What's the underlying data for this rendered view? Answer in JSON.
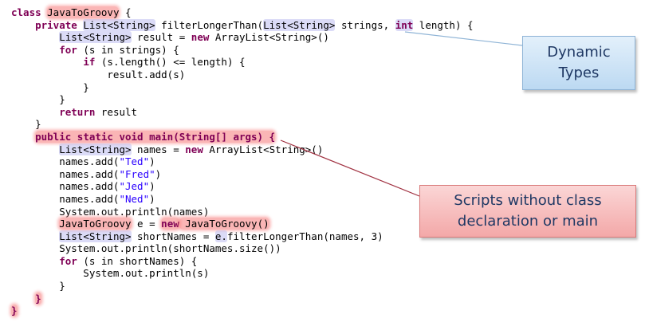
{
  "code_lines": [
    [
      {
        "t": "class ",
        "c": "kw",
        "h": ""
      },
      {
        "t": "JavaToGroovy",
        "c": "",
        "h": "red"
      },
      {
        "t": " {",
        "c": "",
        "h": ""
      }
    ],
    [
      {
        "t": "    ",
        "c": "",
        "h": ""
      },
      {
        "t": "private",
        "c": "kw",
        "h": ""
      },
      {
        "t": " ",
        "c": "",
        "h": ""
      },
      {
        "t": "List<String>",
        "c": "",
        "h": "blue"
      },
      {
        "t": " filterLongerThan(",
        "c": "",
        "h": ""
      },
      {
        "t": "List<String>",
        "c": "",
        "h": "blue"
      },
      {
        "t": " strings, ",
        "c": "",
        "h": ""
      },
      {
        "t": "int",
        "c": "kw",
        "h": "blue"
      },
      {
        "t": " length) {",
        "c": "",
        "h": ""
      }
    ],
    [
      {
        "t": "        ",
        "c": "",
        "h": ""
      },
      {
        "t": "List<String>",
        "c": "",
        "h": "blue"
      },
      {
        "t": " result = ",
        "c": "",
        "h": ""
      },
      {
        "t": "new",
        "c": "kw",
        "h": ""
      },
      {
        "t": " ArrayList<String>()",
        "c": "",
        "h": ""
      }
    ],
    [
      {
        "t": "        ",
        "c": "",
        "h": ""
      },
      {
        "t": "for",
        "c": "kw",
        "h": ""
      },
      {
        "t": " (s in strings) {",
        "c": "",
        "h": ""
      }
    ],
    [
      {
        "t": "            ",
        "c": "",
        "h": ""
      },
      {
        "t": "if",
        "c": "kw",
        "h": ""
      },
      {
        "t": " (s.length() <= length) {",
        "c": "",
        "h": ""
      }
    ],
    [
      {
        "t": "                result.add(s)",
        "c": "",
        "h": ""
      }
    ],
    [
      {
        "t": "            }",
        "c": "",
        "h": ""
      }
    ],
    [
      {
        "t": "        }",
        "c": "",
        "h": ""
      }
    ],
    [
      {
        "t": "        ",
        "c": "",
        "h": ""
      },
      {
        "t": "return",
        "c": "kw",
        "h": ""
      },
      {
        "t": " result",
        "c": "",
        "h": ""
      }
    ],
    [
      {
        "t": "    }",
        "c": "",
        "h": ""
      }
    ],
    [
      {
        "t": "    ",
        "c": "",
        "h": ""
      },
      {
        "t": "public static void main(String[] args) {",
        "c": "kw",
        "h": "red"
      }
    ],
    [
      {
        "t": "        ",
        "c": "",
        "h": ""
      },
      {
        "t": "List<String>",
        "c": "",
        "h": "blue"
      },
      {
        "t": " names = ",
        "c": "",
        "h": ""
      },
      {
        "t": "new",
        "c": "kw",
        "h": ""
      },
      {
        "t": " ArrayList<String>()",
        "c": "",
        "h": ""
      }
    ],
    [
      {
        "t": "        names.add(",
        "c": "",
        "h": ""
      },
      {
        "t": "\"Ted\"",
        "c": "str",
        "h": ""
      },
      {
        "t": ")",
        "c": "",
        "h": ""
      }
    ],
    [
      {
        "t": "        names.add(",
        "c": "",
        "h": ""
      },
      {
        "t": "\"Fred\"",
        "c": "str",
        "h": ""
      },
      {
        "t": ")",
        "c": "",
        "h": ""
      }
    ],
    [
      {
        "t": "        names.add(",
        "c": "",
        "h": ""
      },
      {
        "t": "\"Jed\"",
        "c": "str",
        "h": ""
      },
      {
        "t": ")",
        "c": "",
        "h": ""
      }
    ],
    [
      {
        "t": "        names.add(",
        "c": "",
        "h": ""
      },
      {
        "t": "\"Ned\"",
        "c": "str",
        "h": ""
      },
      {
        "t": ")",
        "c": "",
        "h": ""
      }
    ],
    [
      {
        "t": "        System.out.println(names)",
        "c": "",
        "h": ""
      }
    ],
    [
      {
        "t": "        ",
        "c": "",
        "h": ""
      },
      {
        "t": "JavaToGroovy",
        "c": "",
        "h": "red"
      },
      {
        "t": " e = ",
        "c": "",
        "h": ""
      },
      {
        "t": "new",
        "c": "kw",
        "h": "red"
      },
      {
        "t": " JavaToGroovy()",
        "c": "",
        "h": "red"
      }
    ],
    [
      {
        "t": "        ",
        "c": "",
        "h": ""
      },
      {
        "t": "List<String>",
        "c": "",
        "h": "blue"
      },
      {
        "t": " shortNames = ",
        "c": "",
        "h": ""
      },
      {
        "t": "e.",
        "c": "",
        "h": "blue"
      },
      {
        "t": "filterLongerThan(names, 3)",
        "c": "",
        "h": ""
      }
    ],
    [
      {
        "t": "        System.out.println(shortNames.size())",
        "c": "",
        "h": ""
      }
    ],
    [
      {
        "t": "        ",
        "c": "",
        "h": ""
      },
      {
        "t": "for",
        "c": "kw",
        "h": ""
      },
      {
        "t": " (s in shortNames) {",
        "c": "",
        "h": ""
      }
    ],
    [
      {
        "t": "            System.out.println(s)",
        "c": "",
        "h": ""
      }
    ],
    [
      {
        "t": "        }",
        "c": "",
        "h": ""
      }
    ],
    [
      {
        "t": "    ",
        "c": "",
        "h": ""
      },
      {
        "t": "}",
        "c": "kw",
        "h": "red"
      }
    ],
    [
      {
        "t": "}",
        "c": "kw",
        "h": "red"
      }
    ]
  ],
  "callouts": {
    "types": {
      "line1": "Dynamic",
      "line2": "Types"
    },
    "scripts": {
      "line1": "Scripts without class",
      "line2": "declaration or main"
    }
  },
  "colors": {
    "keyword": "#7f0055",
    "string": "#2a00ff",
    "highlight_red": "#f67878",
    "highlight_blue": "#bebef0"
  }
}
